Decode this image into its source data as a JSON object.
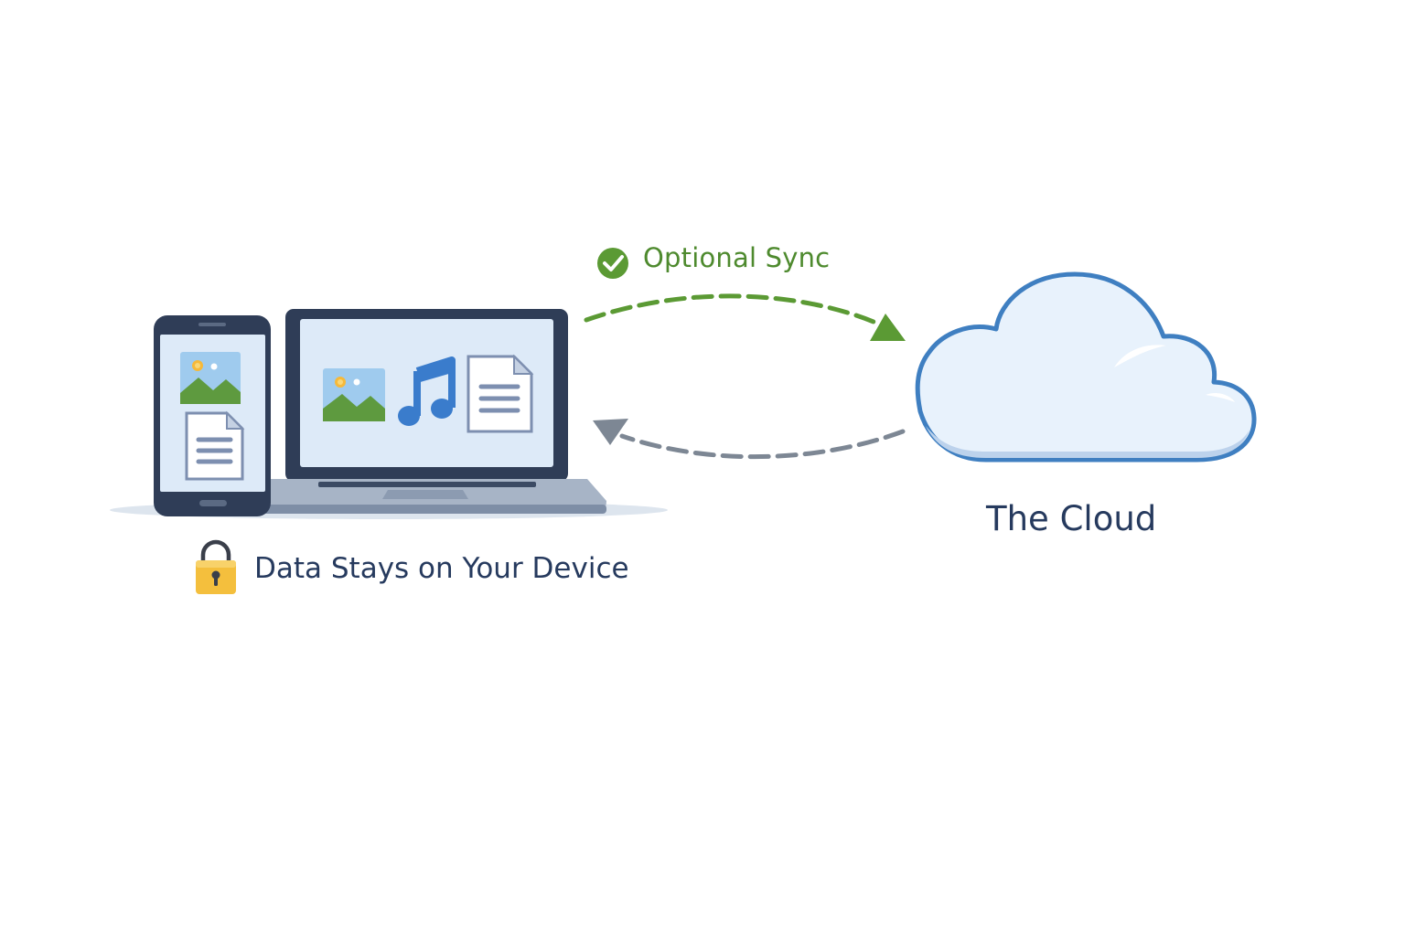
{
  "labels": {
    "optional_sync": "Optional Sync",
    "cloud": "The Cloud",
    "device": "Data Stays on Your Device"
  },
  "colors": {
    "sync_green": "#5b9a34",
    "return_gray": "#7d8794",
    "cloud_outline": "#3f7fc1",
    "cloud_fill": "#e8f2fc",
    "device_frame": "#2f3d57",
    "screen_fill": "#ddeaf8",
    "lock_yellow": "#f4bf3d",
    "text_navy": "#263a5e"
  },
  "icons": [
    "check-circle-icon",
    "cloud-icon",
    "smartphone-icon",
    "laptop-icon",
    "image-icon",
    "music-note-icon",
    "document-icon",
    "lock-icon"
  ]
}
